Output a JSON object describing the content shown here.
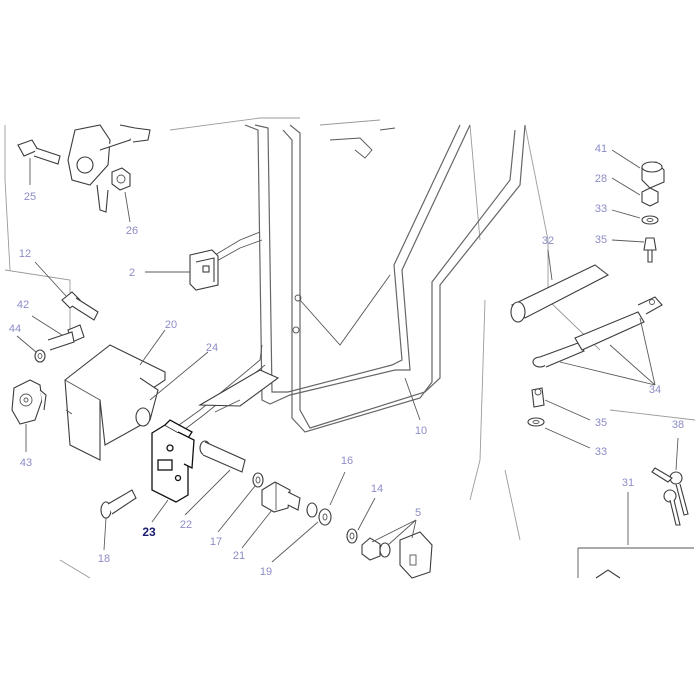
{
  "diagram": {
    "highlighted_part": "23",
    "colors": {
      "callout": "#8c8cc8",
      "callout_active": "#1c1c6e",
      "line": "#3c3c3c",
      "highlight_line": "#111111"
    },
    "callouts": [
      {
        "id": "c25",
        "text": "25"
      },
      {
        "id": "c26",
        "text": "26"
      },
      {
        "id": "c2",
        "text": "2"
      },
      {
        "id": "c12",
        "text": "12"
      },
      {
        "id": "c42",
        "text": "42"
      },
      {
        "id": "c44",
        "text": "44"
      },
      {
        "id": "c43",
        "text": "43"
      },
      {
        "id": "c20",
        "text": "20"
      },
      {
        "id": "c24",
        "text": "24"
      },
      {
        "id": "c23",
        "text": "23"
      },
      {
        "id": "c22",
        "text": "22"
      },
      {
        "id": "c18",
        "text": "18"
      },
      {
        "id": "c17",
        "text": "17"
      },
      {
        "id": "c21",
        "text": "21"
      },
      {
        "id": "c19",
        "text": "19"
      },
      {
        "id": "c16",
        "text": "16"
      },
      {
        "id": "c14",
        "text": "14"
      },
      {
        "id": "c5",
        "text": "5"
      },
      {
        "id": "c10",
        "text": "10"
      },
      {
        "id": "c41",
        "text": "41"
      },
      {
        "id": "c28",
        "text": "28"
      },
      {
        "id": "c33a",
        "text": "33"
      },
      {
        "id": "c35a",
        "text": "35"
      },
      {
        "id": "c32",
        "text": "32"
      },
      {
        "id": "c34",
        "text": "34"
      },
      {
        "id": "c35b",
        "text": "35"
      },
      {
        "id": "c33b",
        "text": "33"
      },
      {
        "id": "c38",
        "text": "38"
      },
      {
        "id": "c31",
        "text": "31"
      }
    ]
  }
}
